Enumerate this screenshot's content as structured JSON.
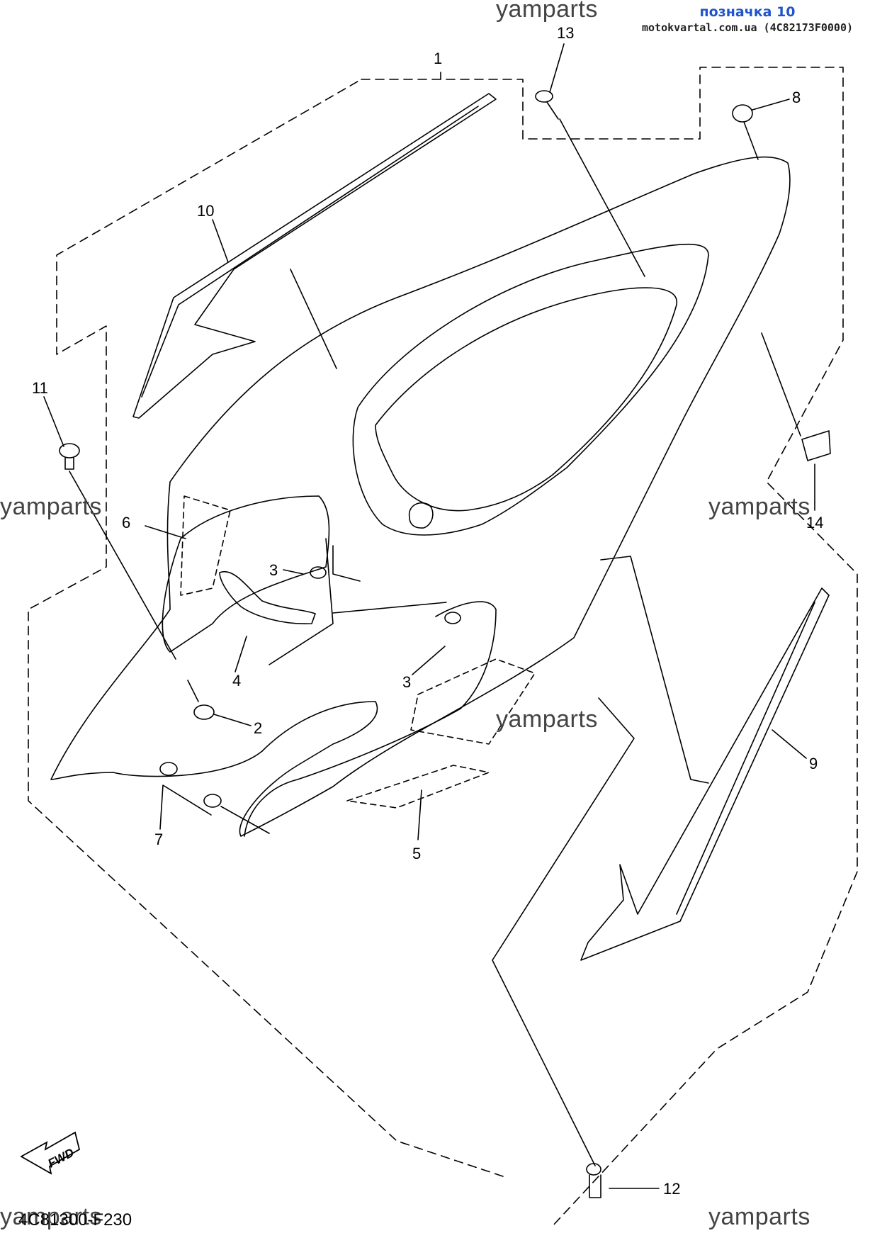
{
  "header": {
    "reference": "позначка 10",
    "source": "motokvartal.com.ua (4C82173F0000)"
  },
  "watermark": "yamparts",
  "diagram_code": "4C81300-F230",
  "fwd_label": "FWD",
  "callouts": {
    "c1": "1",
    "c2": "2",
    "c3a": "3",
    "c3b": "3",
    "c4": "4",
    "c5": "5",
    "c6": "6",
    "c7": "7",
    "c8": "8",
    "c9": "9",
    "c10": "10",
    "c11": "11",
    "c12": "12",
    "c13": "13",
    "c14": "14"
  }
}
